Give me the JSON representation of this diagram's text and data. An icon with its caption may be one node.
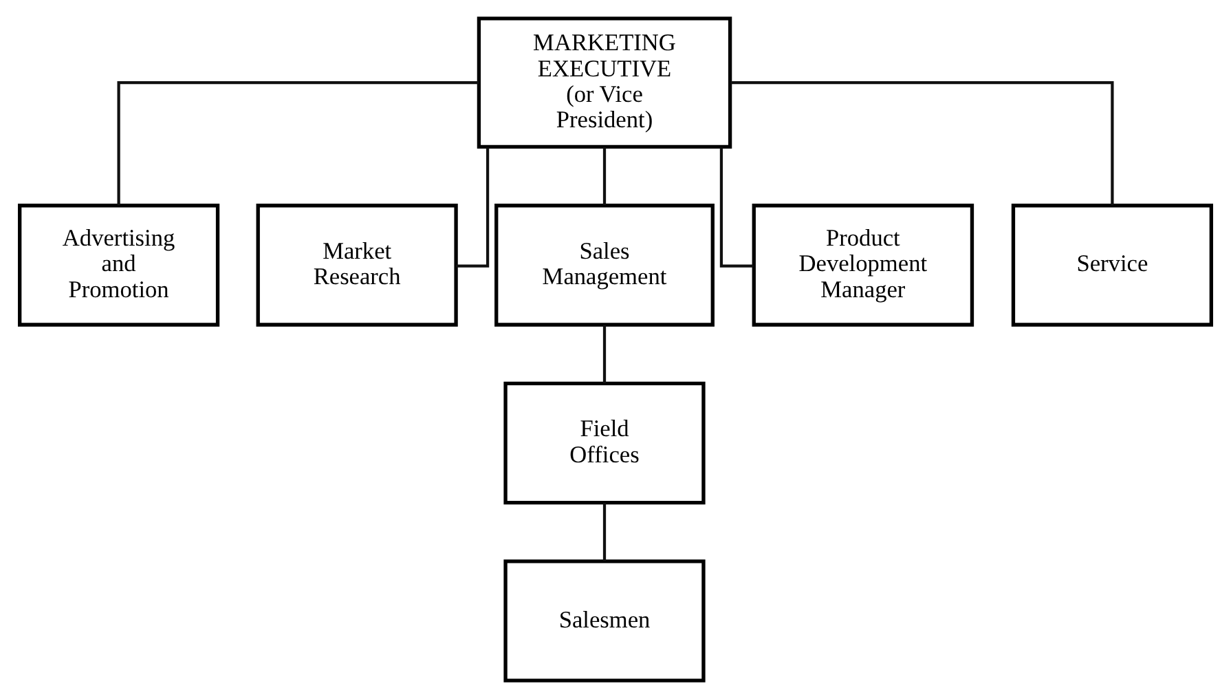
{
  "diagram": {
    "nodes": [
      {
        "text": [
          "MARKETING EXECUTIVE (or Vice President)"
        ]
      },
      {
        "text": [
          "Advertising and Promotion"
        ]
      },
      {
        "text": [
          "Market Research"
        ]
      },
      {
        "text": [
          "Sales Management"
        ]
      },
      {
        "text": [
          "Product Development Manager"
        ]
      },
      {
        "text": [
          "Service"
        ]
      },
      {
        "text": [
          "Field Offices"
        ]
      },
      {
        "text": [
          "Salesmen"
        ]
      }
    ],
    "edges": [
      {
        "from": 0,
        "to": 1,
        "arrow": "none"
      },
      {
        "from": 0,
        "to": 2,
        "arrow": "none"
      },
      {
        "from": 0,
        "to": 3,
        "arrow": "none"
      },
      {
        "from": 0,
        "to": 4,
        "arrow": "none"
      },
      {
        "from": 0,
        "to": 5,
        "arrow": "none"
      },
      {
        "from": 3,
        "to": 6,
        "arrow": "none"
      },
      {
        "from": 6,
        "to": 7,
        "arrow": "none"
      }
    ]
  }
}
